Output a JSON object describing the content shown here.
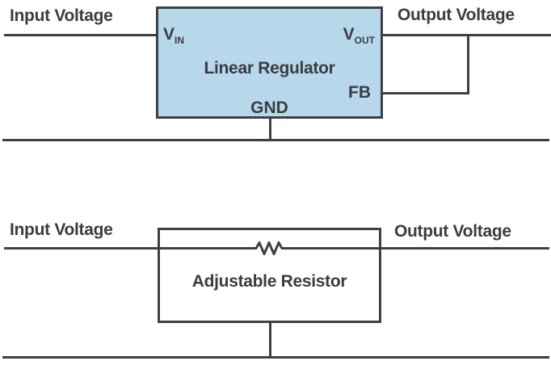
{
  "colors": {
    "stroke": "#3e4046",
    "text": "#3b3c43",
    "regulator_fill": "#b6d8ea",
    "resistor_fill": "#ffffff",
    "background": "#ffffff"
  },
  "top_diagram": {
    "input_label": "Input Voltage",
    "output_label": "Output Voltage",
    "block": {
      "title": "Linear Regulator",
      "pins": {
        "vin": {
          "main": "V",
          "sub": "IN"
        },
        "vout": {
          "main": "V",
          "sub": "OUT"
        },
        "fb": "FB",
        "gnd": "GND"
      }
    }
  },
  "bottom_diagram": {
    "input_label": "Input Voltage",
    "output_label": "Output Voltage",
    "block": {
      "title": "Adjustable Resistor",
      "symbol": "resistor-zigzag"
    }
  }
}
